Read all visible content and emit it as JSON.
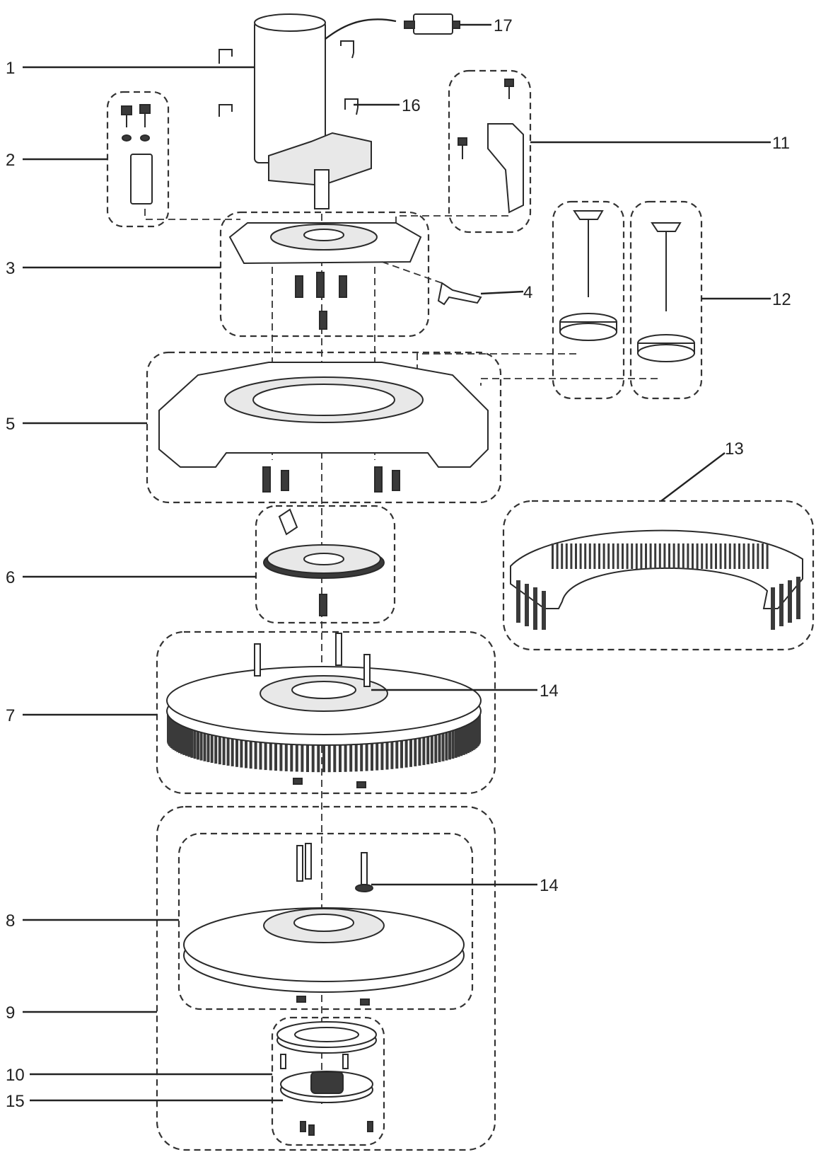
{
  "diagram": {
    "callouts": [
      {
        "id": "1",
        "label": "1"
      },
      {
        "id": "2",
        "label": "2"
      },
      {
        "id": "3",
        "label": "3"
      },
      {
        "id": "4",
        "label": "4"
      },
      {
        "id": "5",
        "label": "5"
      },
      {
        "id": "6",
        "label": "6"
      },
      {
        "id": "7",
        "label": "7"
      },
      {
        "id": "8",
        "label": "8"
      },
      {
        "id": "9",
        "label": "9"
      },
      {
        "id": "10",
        "label": "10"
      },
      {
        "id": "11",
        "label": "11"
      },
      {
        "id": "12",
        "label": "12"
      },
      {
        "id": "13",
        "label": "13"
      },
      {
        "id": "14a",
        "label": "14"
      },
      {
        "id": "14b",
        "label": "14"
      },
      {
        "id": "15",
        "label": "15"
      },
      {
        "id": "16",
        "label": "16"
      },
      {
        "id": "17",
        "label": "17"
      }
    ],
    "colors": {
      "line": "#2a2a2a",
      "part_fill": "#ffffff",
      "part_shade": "#e8e8e8",
      "bristle": "#3a3a3a"
    }
  }
}
